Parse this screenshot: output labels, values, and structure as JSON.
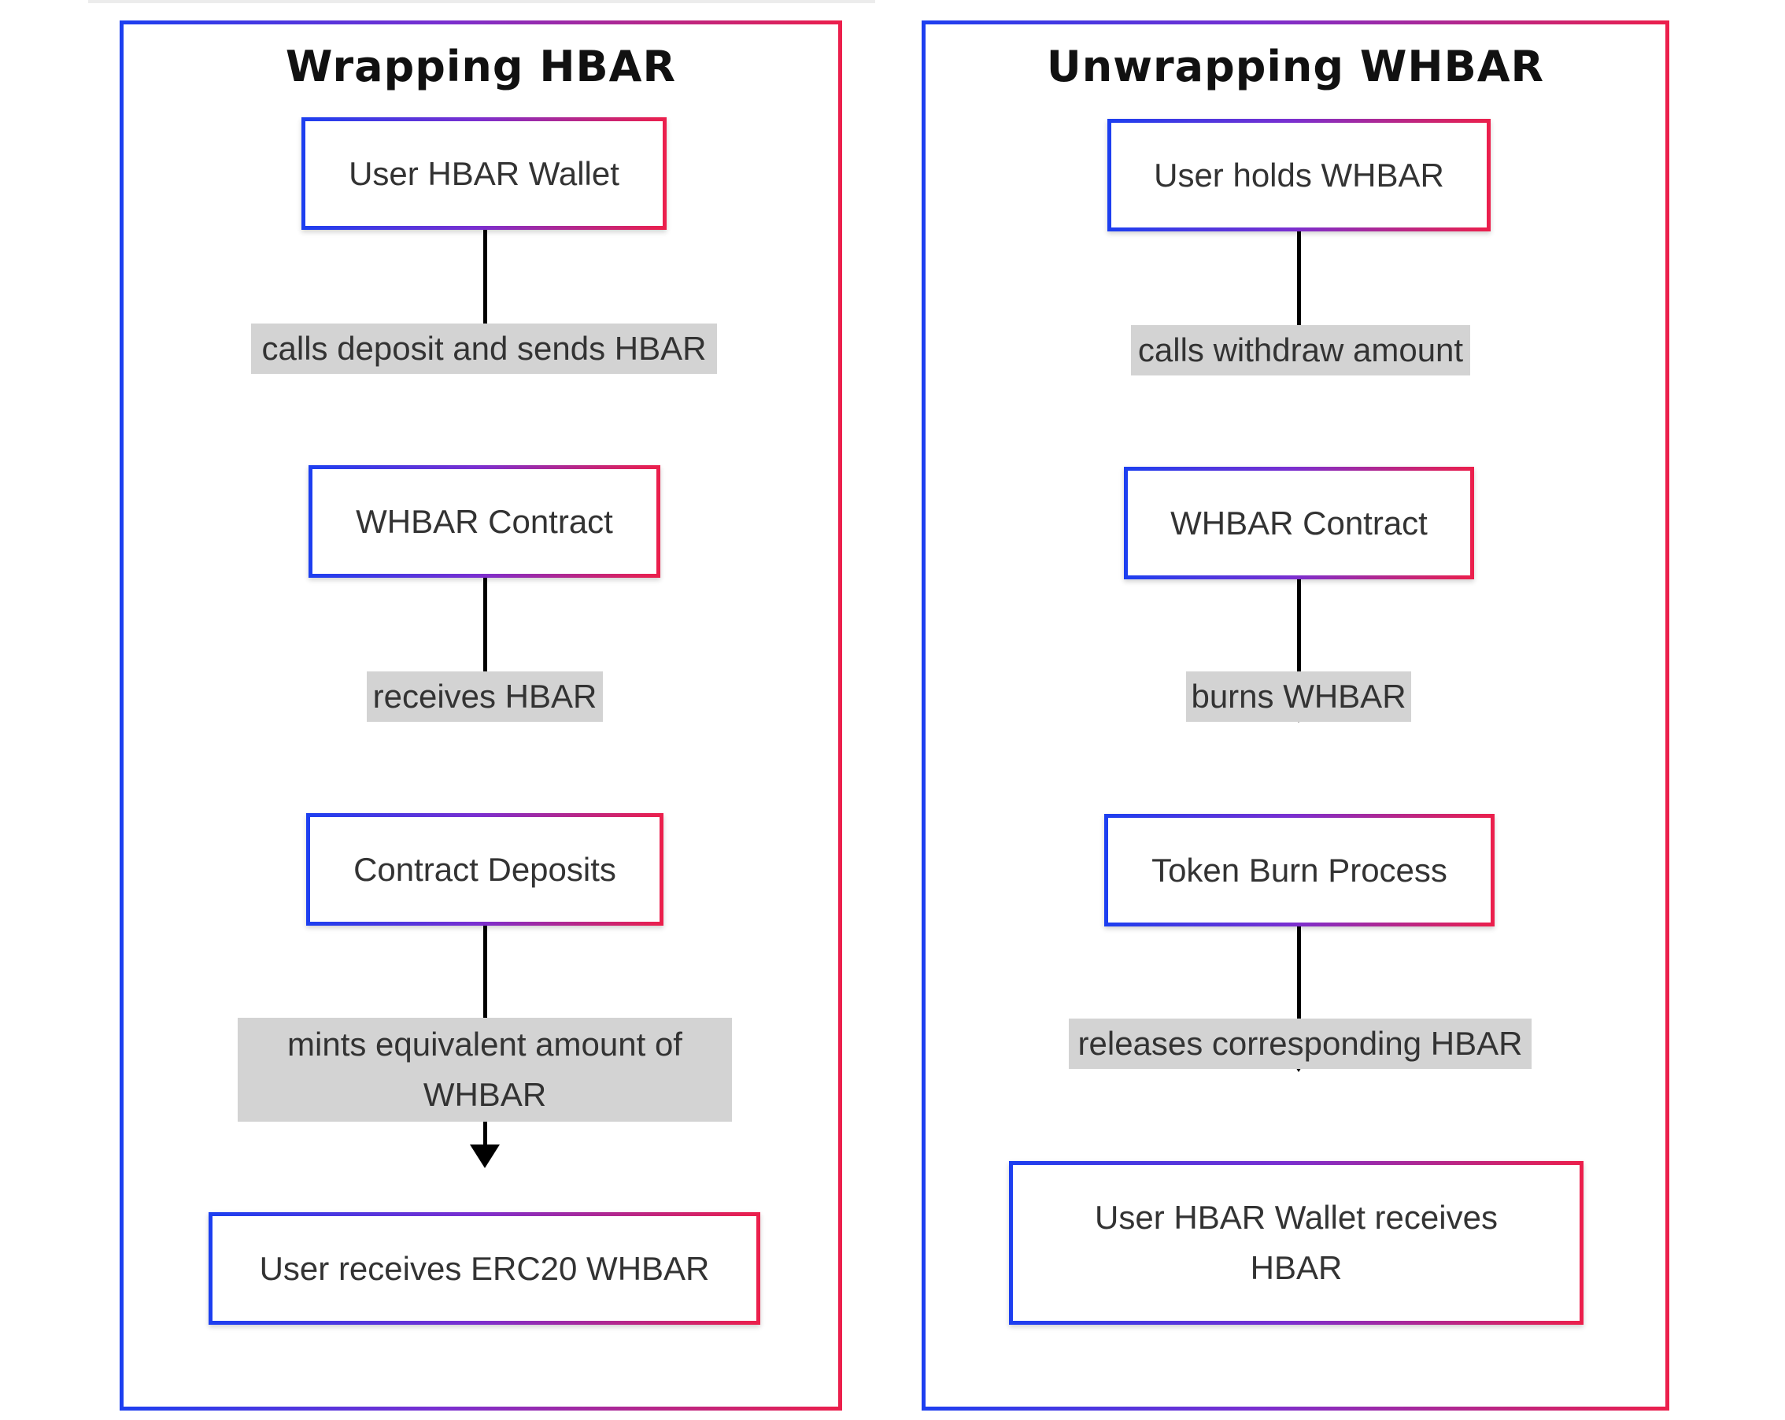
{
  "wrapping": {
    "title": "Wrapping HBAR",
    "nodes": [
      "User HBAR Wallet",
      "WHBAR Contract",
      "Contract Deposits",
      "User receives ERC20 WHBAR"
    ],
    "edges": [
      "calls deposit and sends HBAR",
      "receives HBAR",
      "mints equivalent amount of WHBAR"
    ]
  },
  "unwrapping": {
    "title": "Unwrapping WHBAR",
    "nodes": [
      "User holds WHBAR",
      "WHBAR Contract",
      "Token Burn Process",
      "User HBAR Wallet receives HBAR"
    ],
    "edges": [
      "calls withdraw amount",
      "burns WHBAR",
      "releases corresponding HBAR"
    ]
  },
  "colors": {
    "border_gradient_start": "#1c3ff0",
    "border_gradient_mid": "#7a2fd0",
    "border_gradient_end": "#ec1f4b",
    "edge_label_bg": "#d3d3d3",
    "arrow": "#000000"
  }
}
